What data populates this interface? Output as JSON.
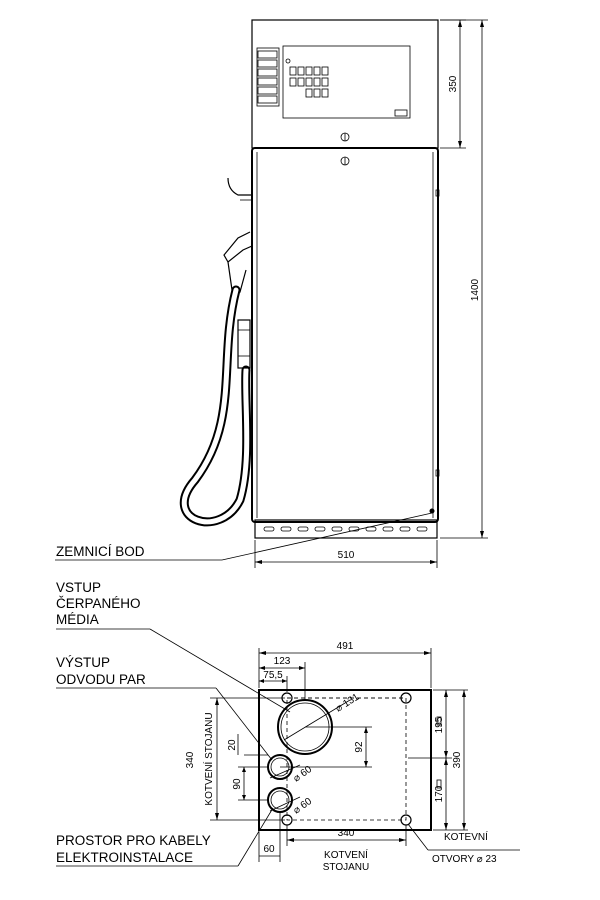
{
  "labels": {
    "zemnici_bod": "ZEMNICÍ BOD",
    "vstup_1": "VSTUP",
    "vstup_2": "ČERPANÉHO",
    "vstup_3": "MÉDIA",
    "vystup_1": "VÝSTUP",
    "vystup_2": "ODVODU PAR",
    "prostor_1": "PROSTOR PRO KABELY",
    "prostor_2": "ELEKTROINSTALACE",
    "kotveni_stojanu_vert": "KOTVENÍ STOJANU",
    "kotveni_1": "KOTVENÍ",
    "kotveni_2": "STOJANU",
    "otvory_1": "KOTEVNÍ",
    "otvory_2": "OTVORY ⌀ 23"
  },
  "dimensions": {
    "top_height": "350",
    "total_height": "1400",
    "width_front": "510",
    "width_base": "491",
    "d123": "123",
    "d75_5": "75,5",
    "d131": "⌀ 131",
    "d60_a": "⌀ 60",
    "d60_b": "⌀ 60",
    "d20": "20",
    "d92": "92",
    "d90": "90",
    "d340_left": "340",
    "d195": "195",
    "d170": "170",
    "d390": "390",
    "d340_bottom": "340",
    "d60_bottom": "60"
  }
}
